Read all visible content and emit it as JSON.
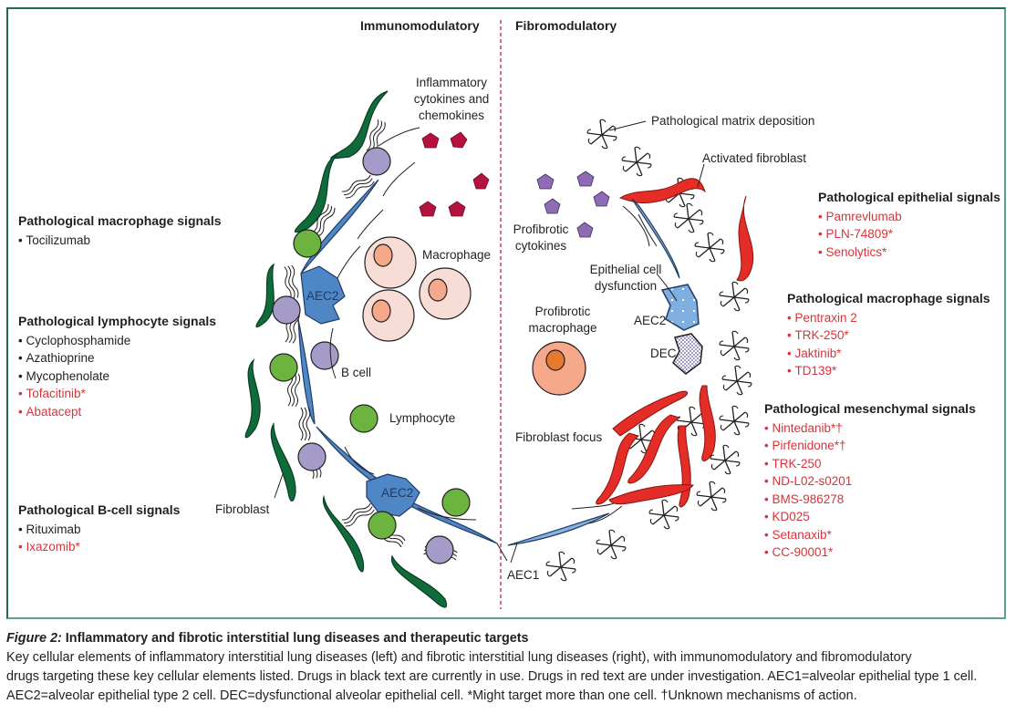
{
  "panels": {
    "left_title": "Immunomodulatory",
    "right_title": "Fibromodulatory"
  },
  "left_groups": [
    {
      "heading": "Pathological macrophage signals",
      "drugs": [
        {
          "name": "Tocilizumab",
          "status": "current"
        }
      ]
    },
    {
      "heading": "Pathological lymphocyte signals",
      "drugs": [
        {
          "name": "Cyclophosphamide",
          "status": "current"
        },
        {
          "name": "Azathioprine",
          "status": "current"
        },
        {
          "name": "Mycophenolate",
          "status": "current"
        },
        {
          "name": "Tofacitinib*",
          "status": "investigational"
        },
        {
          "name": "Abatacept",
          "status": "investigational"
        }
      ]
    },
    {
      "heading": "Pathological B-cell signals",
      "drugs": [
        {
          "name": "Rituximab",
          "status": "current"
        },
        {
          "name": "Ixazomib*",
          "status": "investigational"
        }
      ]
    }
  ],
  "right_groups": [
    {
      "heading": "Pathological epithelial signals",
      "drugs": [
        {
          "name": "Pamrevlumab",
          "status": "investigational"
        },
        {
          "name": "PLN-74809*",
          "status": "investigational"
        },
        {
          "name": "Senolytics*",
          "status": "investigational"
        }
      ]
    },
    {
      "heading": "Pathological macrophage signals",
      "drugs": [
        {
          "name": "Pentraxin 2",
          "status": "investigational"
        },
        {
          "name": "TRK-250*",
          "status": "investigational"
        },
        {
          "name": "Jaktinib*",
          "status": "investigational"
        },
        {
          "name": "TD139*",
          "status": "investigational"
        }
      ]
    },
    {
      "heading": "Pathological mesenchymal signals",
      "drugs": [
        {
          "name": "Nintedanib*†",
          "status": "investigational"
        },
        {
          "name": "Pirfenidone*†",
          "status": "investigational"
        },
        {
          "name": "TRK-250",
          "status": "investigational"
        },
        {
          "name": "ND-L02-s0201",
          "status": "investigational"
        },
        {
          "name": "BMS-986278",
          "status": "investigational"
        },
        {
          "name": "KD025",
          "status": "investigational"
        },
        {
          "name": "Setanaxib*",
          "status": "investigational"
        },
        {
          "name": "CC-90001*",
          "status": "investigational"
        }
      ]
    }
  ],
  "labels": {
    "inflammatory_cytokines": [
      "Inflammatory",
      "cytokines and",
      "chemokines"
    ],
    "macrophage": "Macrophage",
    "aec2_left_top": "AEC2",
    "aec2_left_bottom": "AEC2",
    "b_cell": "B cell",
    "lymphocyte": "Lymphocyte",
    "fibroblast": "Fibroblast",
    "aec1": "AEC1",
    "matrix_deposition": "Pathological matrix deposition",
    "activated_fibroblast": "Activated fibroblast",
    "profibrotic_cytokines": [
      "Profibrotic",
      "cytokines"
    ],
    "epithelial_dysfunction": [
      "Epithelial cell",
      "dysfunction"
    ],
    "profibrotic_macrophage": [
      "Profibrotic",
      "macrophage"
    ],
    "aec2_right": "AEC2",
    "dec": "DEC",
    "fibroblast_focus": "Fibroblast focus"
  },
  "colors": {
    "current_drug": "#231f20",
    "investigational_drug": "#d7343a",
    "fibroblast_green": "#0f6b3a",
    "activated_fibroblast_red": "#e52d27",
    "epithelial_blue": "#4f86c6",
    "aec1_light_blue": "#86b3e0",
    "b_cell_lilac": "#a59bc8",
    "lymphocyte_green": "#6db33f",
    "macrophage_pink": "#f8ddd6",
    "macrophage_nucleus": "#f6a98a",
    "profibrotic_macrophage": "#f6a98a",
    "profibrotic_nucleus": "#e57a2e",
    "inflammatory_cytokine": "#b5123f",
    "profibrotic_cytokine": "#8e6bb5",
    "frame_green": "#2e7a5a",
    "divider_red": "#c2185b"
  },
  "caption": {
    "figure_label": "Figure 2:",
    "title": "Inflammatory and fibrotic interstitial lung diseases and therapeutic targets",
    "lines": [
      "Key cellular elements of inflammatory interstitial lung diseases (left) and fibrotic interstitial lung diseases (right), with immunomodulatory and fibromodulatory",
      "drugs targeting these key cellular elements listed. Drugs in black text are currently in use. Drugs in red text are under investigation. AEC1=alveolar epithelial type 1 cell.",
      "AEC2=alveolar epithelial type 2 cell. DEC=dysfunctional alveolar epithelial cell. *Might target more than one cell. †Unknown mechanisms of action."
    ]
  }
}
